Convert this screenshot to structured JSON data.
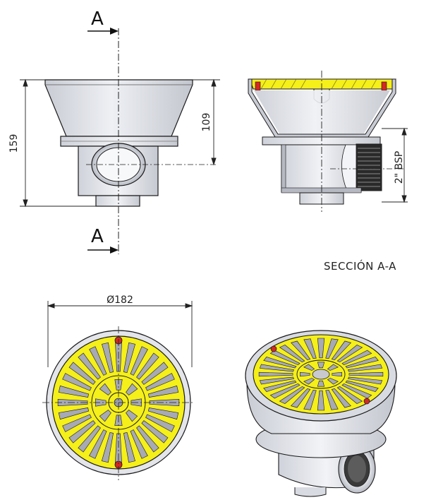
{
  "views": {
    "front": {
      "height_total": "159",
      "height_upper": "109",
      "cut_label_top": "A",
      "cut_label_bottom": "A"
    },
    "section": {
      "title": "SECCIÓN A-A",
      "thread_label": "2\" BSP"
    },
    "top": {
      "diameter_label": "Ø182"
    },
    "iso": {}
  },
  "colors": {
    "grate_yellow": "#f5ef1a",
    "body_grey": "#d9dbe2",
    "screw_red": "#d02a22",
    "outline": "#1a1a1a"
  }
}
